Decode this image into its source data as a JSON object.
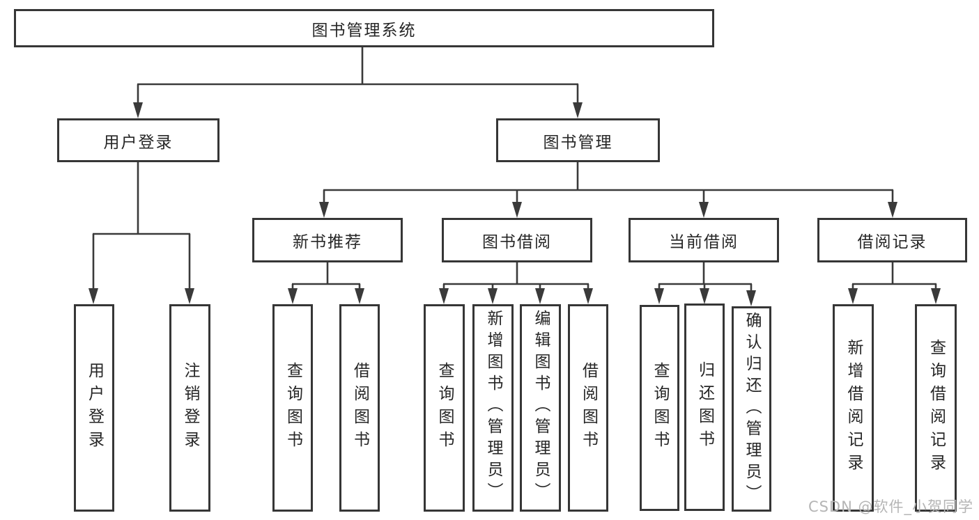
{
  "diagram_title": "图书管理系统",
  "tree": {
    "root": {
      "label": "图书管理系统"
    },
    "branches": [
      {
        "label": "用户登录",
        "leaves": [
          {
            "label": "用户登录"
          },
          {
            "label": "注销登录"
          }
        ]
      },
      {
        "label": "图书管理",
        "groups": [
          {
            "label": "新书推荐",
            "leaves": [
              {
                "label": "查询图书"
              },
              {
                "label": "借阅图书"
              }
            ]
          },
          {
            "label": "图书借阅",
            "leaves": [
              {
                "label": "查询图书"
              },
              {
                "label": "新增图书（管理员）"
              },
              {
                "label": "编辑图书（管理员）"
              },
              {
                "label": "借阅图书"
              }
            ]
          },
          {
            "label": "当前借阅",
            "leaves": [
              {
                "label": "查询图书"
              },
              {
                "label": "归还图书"
              },
              {
                "label": "确认归还（管理员）"
              }
            ]
          },
          {
            "label": "借阅记录",
            "leaves": [
              {
                "label": "新增借阅记录"
              },
              {
                "label": "查询借阅记录"
              }
            ]
          }
        ]
      }
    ]
  },
  "watermark": {
    "text": "CSDN @软件_小贺同学"
  },
  "colors": {
    "line": "#3a3a3a",
    "box_border": "#363636",
    "text": "#262626",
    "watermark": "#b5b5b5",
    "background": "#ffffff"
  }
}
